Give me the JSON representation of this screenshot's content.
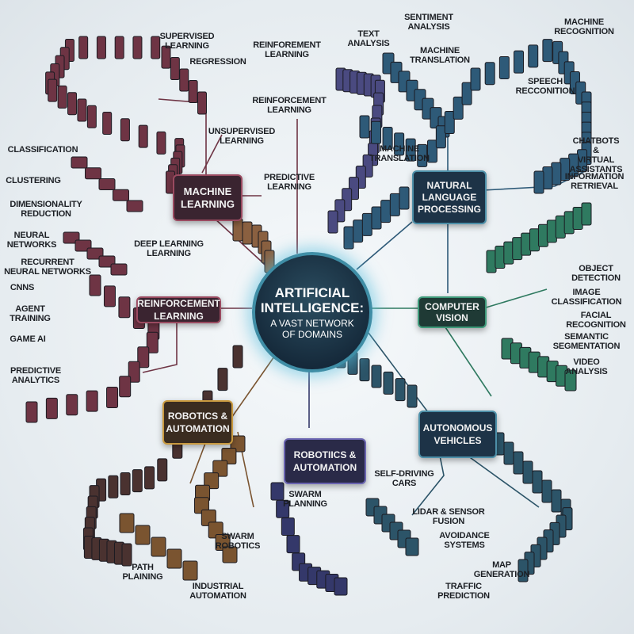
{
  "center": {
    "title": "ARTIFICIAL\nINTELLIGENCE:",
    "subtitle": "A VAST NETWORK\nOF DOMAINS"
  },
  "domains": {
    "machine_learning": "Machine\nLearning",
    "reinforcement_learning": "Reinforcement\nLearning",
    "nlp": "Natural\nLanguage\nProcessing",
    "computer_vision": "Computer\nVision",
    "robotics_1": "Robotics &\nAutomation",
    "robotics_2": "Robotiics &\nAutomation",
    "autonomous_vehicles": "Autonomous\nVehicles"
  },
  "labels": {
    "ml": [
      "Supervised\nLearning",
      "Regression",
      "Reinforement\nLearning",
      "Reinforcement\nLearning",
      "Unsupervised\nLearning",
      "Predictive\nLearning",
      "Classification",
      "Clustering",
      "Dimensionality\nReduction",
      "Deep Learning\nLearning"
    ],
    "rl": [
      "Neural\nNetworks",
      "Recurrent\nNeural Networks",
      "CNNs",
      "Agent\nTraining",
      "Game AI",
      "Predictive\nAnalytics"
    ],
    "nlp": [
      "Text\nAnalysis",
      "Sentiment\nAnalysis",
      "Machine\nTranslation",
      "Machine\nRecognition",
      "Speech\nRecconition",
      "Machine\nTranslation",
      "Chatbots &\nVirtual\nAssistants",
      "Information\nRetrieval"
    ],
    "cv": [
      "Object\nDetection",
      "Image\nClassification",
      "Facial\nRecognition",
      "Semantic\nSegmentation",
      "Video\nAnalysis"
    ],
    "av": [
      "Self-Driving\nCars",
      "Lidar & Sensor\nFusion",
      "Avoidance\nSystems",
      "Map\nGeneration",
      "Traffic\nPrediction"
    ],
    "robotics": [
      "Swarm\nPlanning",
      "Swarm\nRobotics",
      "Path\nPlaining",
      "Industrial\nAutomation"
    ]
  },
  "colors": {
    "ml": "#6e3444",
    "nlp": "#2e5a78",
    "cv": "#2f7a60",
    "robotics": "#7a5430",
    "robotics_alt": "#34386a",
    "av": "#2c5468",
    "accent": "#3f8ea6"
  }
}
